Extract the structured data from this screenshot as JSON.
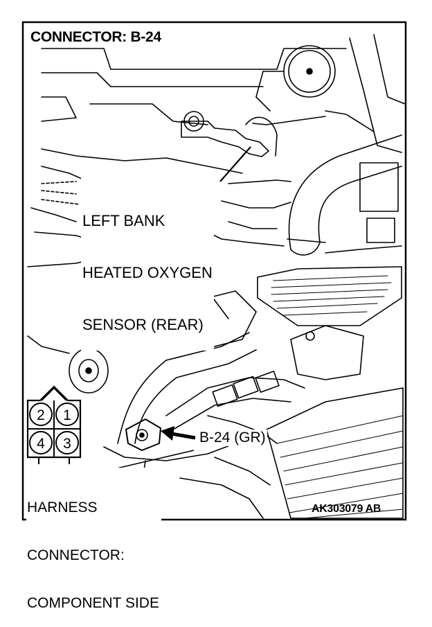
{
  "title": "CONNECTOR: B-24",
  "sensor_label": [
    "LEFT BANK",
    "HEATED OXYGEN",
    "SENSOR (REAR)"
  ],
  "connector_callout": "B-24 (GR)",
  "harness_label": [
    "HARNESS",
    "CONNECTOR:",
    "COMPONENT SIDE"
  ],
  "figure_code": "AK303079 AB",
  "connector_pins": [
    "2",
    "1",
    "4",
    "3"
  ]
}
